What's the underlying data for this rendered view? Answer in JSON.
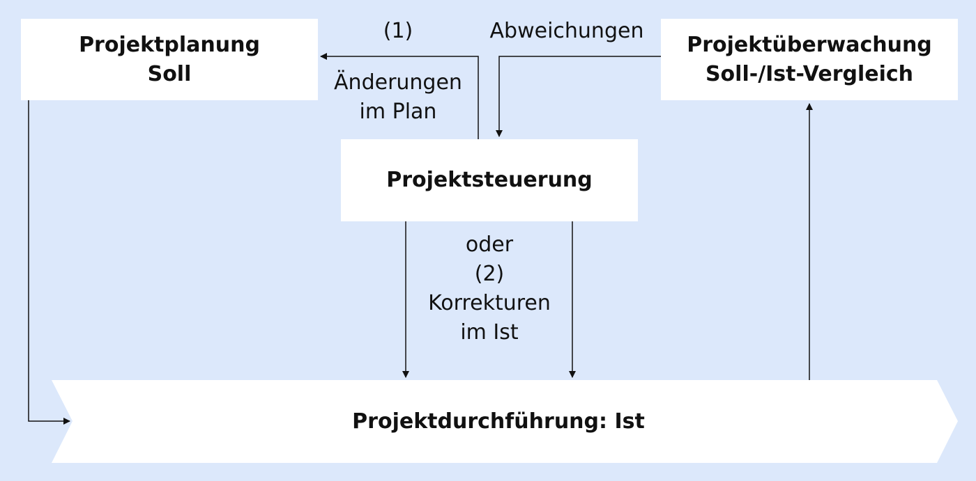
{
  "diagram": {
    "background_color": "#dce8fb",
    "box_color": "#ffffff",
    "line_color": "#111111",
    "nodes": {
      "planung": {
        "lines": [
          "Projektplanung",
          "Soll"
        ]
      },
      "ueberwachung": {
        "lines": [
          "Projektüberwachung",
          "Soll-/Ist-Vergleich"
        ]
      },
      "steuerung": {
        "lines": [
          "Projektsteuerung"
        ]
      },
      "durchfuehrung": {
        "label": "Projektdurchführung: Ist"
      }
    },
    "edge_labels": {
      "option1": "(1)",
      "abweichungen": "Abweichungen",
      "aenderungen": [
        "Änderungen",
        "im Plan"
      ],
      "korrekturen": [
        "oder",
        "(2)",
        "Korrekturen",
        "im Ist"
      ]
    },
    "edges": [
      {
        "from": "planung",
        "to": "durchfuehrung"
      },
      {
        "from": "durchfuehrung",
        "to": "ueberwachung"
      },
      {
        "from": "ueberwachung",
        "to": "steuerung",
        "label": "Abweichungen"
      },
      {
        "from": "steuerung",
        "to": "planung",
        "label": "(1) Änderungen im Plan"
      },
      {
        "from": "steuerung",
        "to": "durchfuehrung",
        "label": "oder (2) Korrekturen im Ist"
      },
      {
        "from": "steuerung",
        "to": "durchfuehrung"
      }
    ]
  }
}
